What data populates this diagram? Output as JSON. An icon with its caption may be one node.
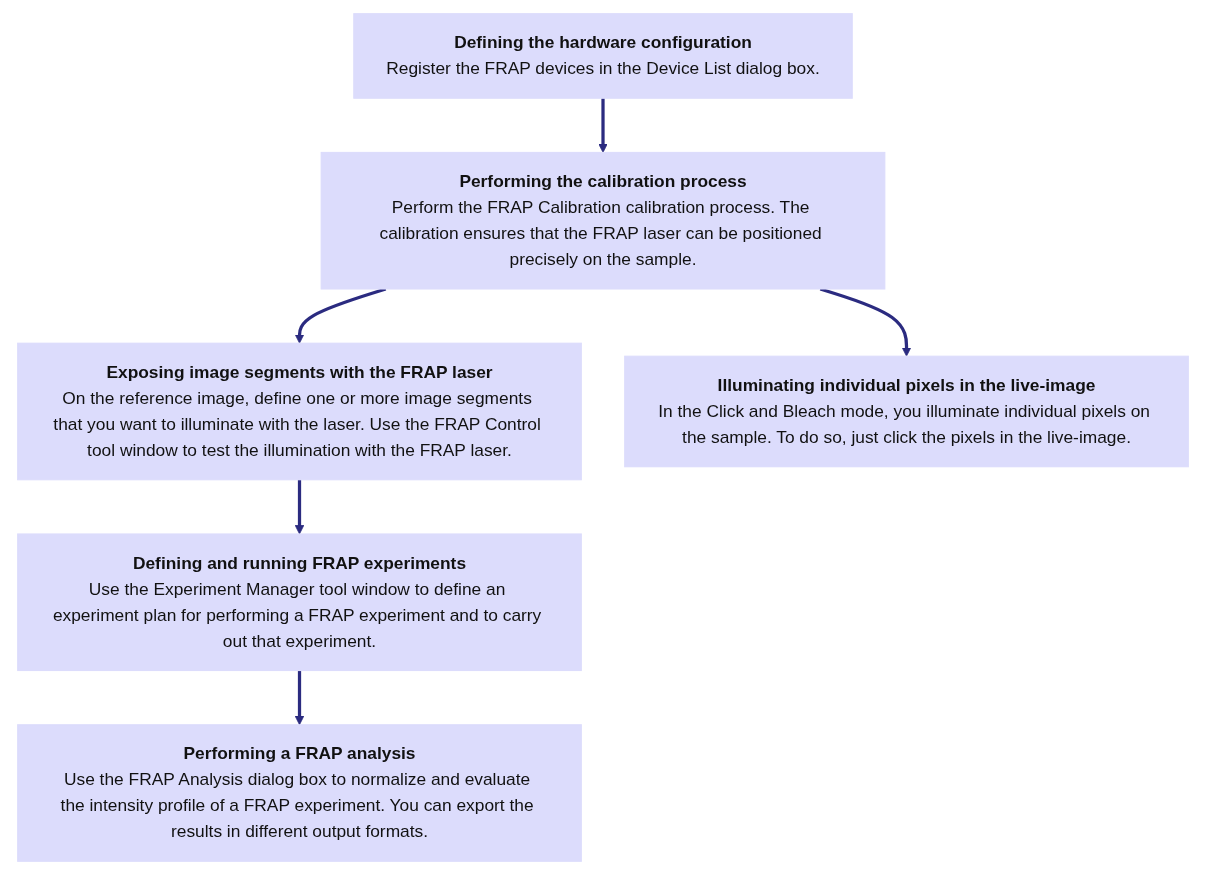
{
  "diagram": {
    "nodes": [
      {
        "text": [
          "Defining the hardware configuration",
          "Register the FRAP devices in the Device List dialog box."
        ]
      },
      {
        "text": [
          "Performing the calibration process",
          "Perform the FRAP Calibration calibration process. The calibration ensures that the FRAP laser can be positioned precisely on the sample."
        ]
      },
      {
        "text": [
          "Exposing image segments with the FRAP laser",
          "On the reference image, define one or more image segments that you want to illuminate with the laser. Use the FRAP Control tool window to test the illumination with the FRAP laser."
        ]
      },
      {
        "text": [
          "Illuminating individual pixels in the live-image",
          "In the Click and Bleach mode, you illuminate individual pixels on the sample. To do so, just click the pixels in the live-image."
        ]
      },
      {
        "text": [
          "Defining and running FRAP experiments",
          "Use the Experiment Manager tool window to define an experiment plan for performing a FRAP experiment and to carry out that experiment."
        ]
      },
      {
        "text": [
          "Performing a FRAP analysis",
          "Use the FRAP Analysis dialog box to normalize and evaluate the intensity profile of a FRAP experiment. You can export the results in different output formats."
        ]
      }
    ],
    "edges": [
      {
        "from": 0,
        "to": 1,
        "arrow": "to"
      },
      {
        "from": 1,
        "to": 2,
        "arrow": "to"
      },
      {
        "from": 1,
        "to": 3,
        "arrow": "to"
      },
      {
        "from": 2,
        "to": 4,
        "arrow": "to"
      },
      {
        "from": 4,
        "to": 5,
        "arrow": "to"
      }
    ]
  }
}
